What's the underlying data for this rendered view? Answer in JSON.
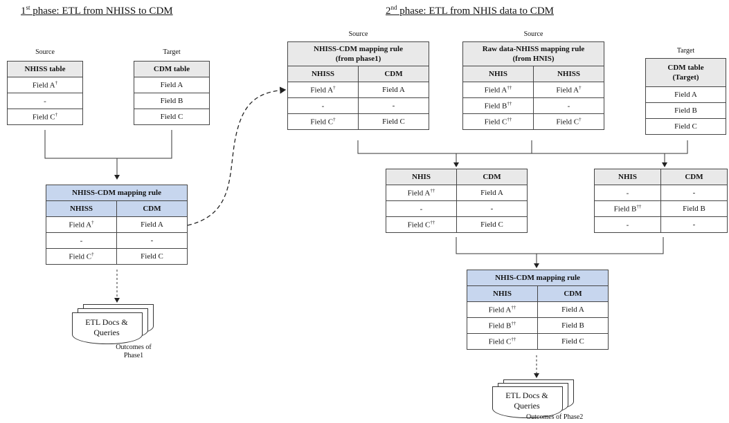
{
  "phase1": {
    "title_num": "1",
    "title_sup": "st",
    "title_text": " phase: ETL from NHISS to CDM",
    "source_caption": "Source",
    "target_caption": "Target",
    "source_table": {
      "header": "NHISS table",
      "rows": [
        "Field A",
        "-",
        "Field C"
      ],
      "sups": [
        "†",
        "",
        "†"
      ]
    },
    "target_table": {
      "header": "CDM table",
      "rows": [
        "Field A",
        "Field B",
        "Field C"
      ]
    },
    "mapping": {
      "title": "NHISS-CDM mapping rule",
      "col1": "NHISS",
      "col2": "CDM",
      "rows": [
        {
          "a": "Field A",
          "a_sup": "†",
          "b": "Field A"
        },
        {
          "a": "-",
          "a_sup": "",
          "b": "-"
        },
        {
          "a": "Field C",
          "a_sup": "†",
          "b": "Field C"
        }
      ]
    },
    "docs": {
      "label_line1": "ETL Docs &",
      "label_line2": "Queries",
      "outcome_line1": "Outcomes of",
      "outcome_line2": "Phase1"
    }
  },
  "phase2": {
    "title_num": "2",
    "title_sup": "nd",
    "title_text": " phase: ETL from NHIS data to CDM",
    "source_caption_1": "Source",
    "source_caption_2": "Source",
    "target_caption": "Target",
    "rule_from_phase1": {
      "title_line1": "NHISS-CDM mapping rule",
      "title_line2": "(from phase1)",
      "col1": "NHISS",
      "col2": "CDM",
      "rows": [
        {
          "a": "Field A",
          "a_sup": "†",
          "b": "Field A"
        },
        {
          "a": "-",
          "a_sup": "",
          "b": "-"
        },
        {
          "a": "Field C",
          "a_sup": "†",
          "b": "Field C"
        }
      ]
    },
    "rule_raw": {
      "title_line1": "Raw data-NHISS mapping rule",
      "title_line2": "(from HNIS)",
      "col1": "NHIS",
      "col2": "NHISS",
      "rows": [
        {
          "a": "Field A",
          "a_sup": "††",
          "b": "Field A",
          "b_sup": "†"
        },
        {
          "a": "Field B",
          "a_sup": "††",
          "b": "-",
          "b_sup": ""
        },
        {
          "a": "Field C",
          "a_sup": "††",
          "b": "Field C",
          "b_sup": "†"
        }
      ]
    },
    "cdm_target": {
      "title_line1": "CDM table",
      "title_line2": "(Target)",
      "rows": [
        "Field A",
        "Field B",
        "Field C"
      ]
    },
    "mid_left": {
      "col1": "NHIS",
      "col2": "CDM",
      "rows": [
        {
          "a": "Field A",
          "a_sup": "††",
          "b": "Field A"
        },
        {
          "a": "-",
          "a_sup": "",
          "b": "-"
        },
        {
          "a": "Field C",
          "a_sup": "††",
          "b": "Field C"
        }
      ]
    },
    "mid_right": {
      "col1": "NHIS",
      "col2": "CDM",
      "rows": [
        {
          "a": "-",
          "a_sup": "",
          "b": "-"
        },
        {
          "a": "Field B",
          "a_sup": "††",
          "b": "Field B"
        },
        {
          "a": "-",
          "a_sup": "",
          "b": "-"
        }
      ]
    },
    "final": {
      "title": "NHIS-CDM mapping rule",
      "col1": "NHIS",
      "col2": "CDM",
      "rows": [
        {
          "a": "Field A",
          "a_sup": "††",
          "b": "Field A"
        },
        {
          "a": "Field B",
          "a_sup": "††",
          "b": "Field B"
        },
        {
          "a": "Field C",
          "a_sup": "††",
          "b": "Field C"
        }
      ]
    },
    "docs": {
      "label_line1": "ETL Docs &",
      "label_line2": "Queries",
      "outcome": "Outcomes of Phase2"
    }
  },
  "colors": {
    "header_gray": "#e9e9e9",
    "header_blue": "#c7d6ee",
    "line": "#333333"
  }
}
